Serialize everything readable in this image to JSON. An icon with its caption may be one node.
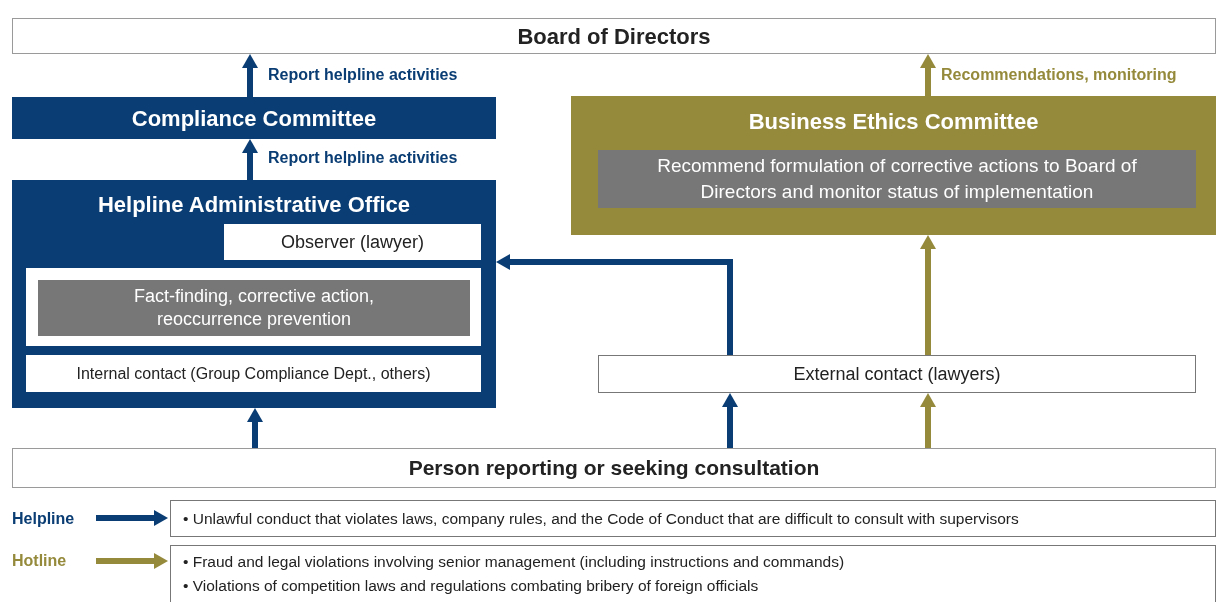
{
  "diagram": {
    "nodes": [
      {
        "text": [
          "Board of Directors"
        ]
      },
      {
        "text": [
          "Compliance Committee"
        ]
      },
      {
        "text": [
          "Helpline Administrative Office"
        ]
      },
      {
        "text": [
          "Observer (lawyer)"
        ],
        "in": 2
      },
      {
        "text": [],
        "shape": "box",
        "in": 2
      },
      {
        "text": [
          "Fact-finding, corrective action, reoccurrence prevention"
        ],
        "in": 4
      },
      {
        "text": [
          "Internal contact (Group Compliance Dept., others)"
        ],
        "in": 2
      },
      {
        "text": [
          "Business Ethics Committee"
        ]
      },
      {
        "text": [
          "Recommend formulation of corrective actions to Board of Directors and monitor status of implementation"
        ],
        "in": 7
      },
      {
        "text": [
          "External contact (lawyers)"
        ]
      },
      {
        "text": [
          "Person reporting or seeking consultation"
        ]
      },
      {
        "text": [
          "Helpline"
        ]
      },
      {
        "text": [
          "• Unlawful conduct that violates laws, company rules, and the Code of Conduct that are difficult to consult with supervisors"
        ]
      },
      {
        "text": [
          "Hotline"
        ]
      },
      {
        "text": [
          "• Fraud and legal violations involving senior management (including instructions and commands)",
          "• Violations of competition laws and regulations combating bribery of foreign officials"
        ]
      }
    ],
    "edges": [
      {
        "from": 1,
        "to": 0,
        "arrow": "to",
        "label": "Report helpline activities"
      },
      {
        "from": 2,
        "to": 1,
        "arrow": "to",
        "label": "Report helpline activities"
      },
      {
        "from": 7,
        "to": 0,
        "arrow": "to",
        "label": "Recommendations, monitoring",
        "color": "#958a3c"
      },
      {
        "from": 9,
        "to": 2,
        "arrow": "to"
      },
      {
        "from": 9,
        "to": 7,
        "arrow": "to",
        "color": "#958a3c"
      },
      {
        "from": 10,
        "to": 2,
        "arrow": "to"
      },
      {
        "from": 10,
        "to": 9,
        "arrow": "to"
      },
      {
        "from": 10,
        "to": 9,
        "arrow": "to",
        "color": "#958a3c"
      },
      {
        "from": 11,
        "to": 12,
        "arrow": "to"
      },
      {
        "from": 13,
        "to": 14,
        "arrow": "to",
        "color": "#958a3c"
      }
    ]
  }
}
